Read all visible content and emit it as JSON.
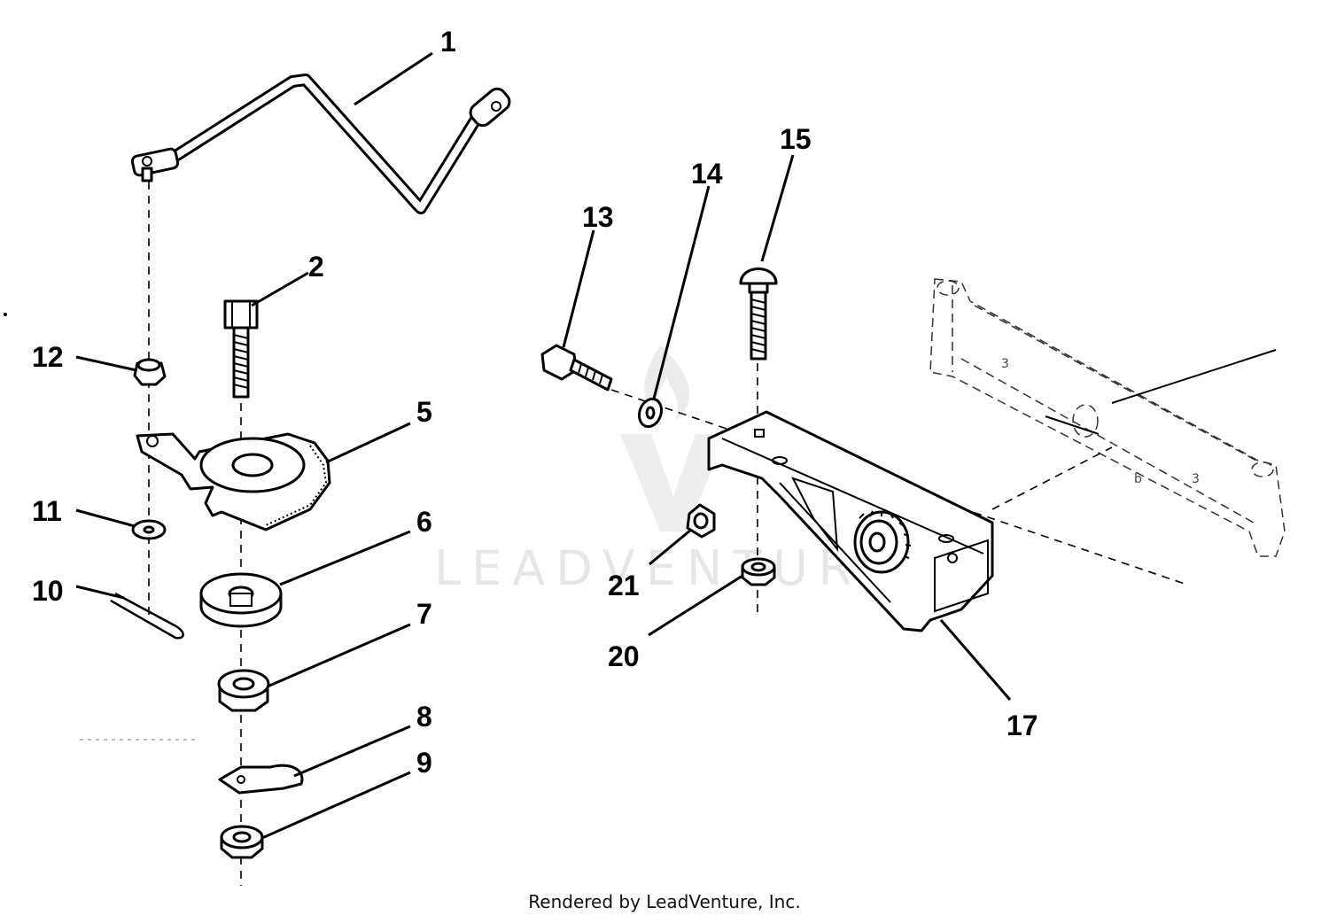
{
  "watermark": {
    "text": "LEADVENTURE"
  },
  "footer": {
    "text": "Rendered by LeadVenture, Inc."
  },
  "callouts": {
    "c1": "1",
    "c2": "2",
    "c5": "5",
    "c6": "6",
    "c7": "7",
    "c8": "8",
    "c9": "9",
    "c10": "10",
    "c11": "11",
    "c12": "12",
    "c13": "13",
    "c14": "14",
    "c15": "15",
    "c17": "17",
    "c20": "20",
    "c21": "21"
  }
}
